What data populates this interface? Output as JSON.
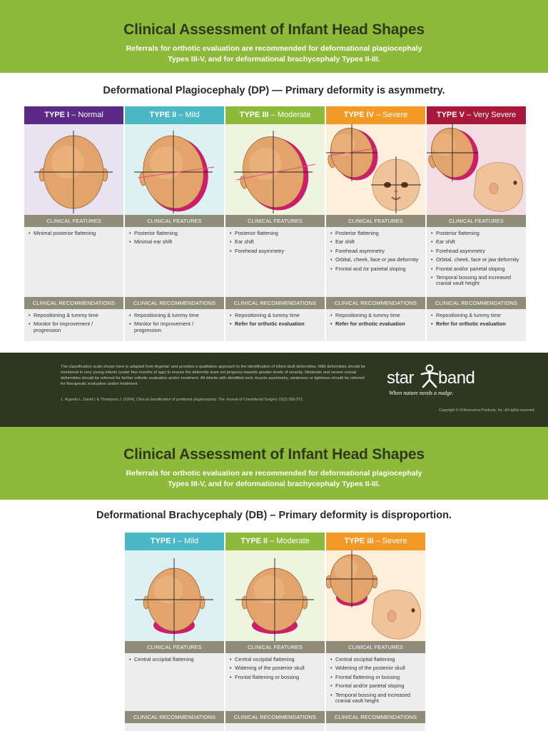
{
  "poster1": {
    "title": "Clinical Assessment of Infant Head Shapes",
    "subtitle_line1": "Referrals for orthotic evaluation are recommended for deformational plagiocephaly",
    "subtitle_line2": "Types III-V, and for deformational brachycephaly Types II-III.",
    "section_title": "Deformational Plagiocephaly (DP) — Primary deformity is asymmetry.",
    "cards": [
      {
        "type": "TYPE I",
        "sep": " – ",
        "level": "Normal",
        "color": "#5b2a86",
        "bg": "#e8e3f0",
        "features_label": "CLINICAL FEATURES",
        "features": [
          "Minimal posterior flattening"
        ],
        "rec_label": "CLINICAL RECOMMENDATIONS",
        "recs": [
          "Repositioning & tummy time",
          "Monitor for improvement / progression"
        ]
      },
      {
        "type": "TYPE II",
        "sep": " – ",
        "level": "Mild",
        "color": "#4bb8c5",
        "bg": "#ddf0f2",
        "features_label": "CLINICAL FEATURES",
        "features": [
          "Posterior flattening",
          "Minimal ear shift"
        ],
        "rec_label": "CLINICAL RECOMMENDATIONS",
        "recs": [
          "Repositioning & tummy time",
          "Monitor for improvement / progression"
        ]
      },
      {
        "type": "TYPE III",
        "sep": " – ",
        "level": "Moderate",
        "color": "#8dba3a",
        "bg": "#eef4de",
        "features_label": "CLINICAL FEATURES",
        "features": [
          "Posterior flattening",
          "Ear shift",
          "Forehead asymmetry"
        ],
        "rec_label": "CLINICAL RECOMMENDATIONS",
        "recs": [
          "Repositioning & tummy time",
          "Refer for orthotic evaluation"
        ]
      },
      {
        "type": "TYPE IV",
        "sep": " – ",
        "level": "Severe",
        "color": "#f39a26",
        "bg": "#fdefd9",
        "features_label": "CLINICAL FEATURES",
        "features": [
          "Posterior flattening",
          "Ear shift",
          "Forehead asymmetry",
          "Orbital, cheek, face or jaw deformity",
          "Frontal and /or parietal sloping"
        ],
        "rec_label": "CLINICAL RECOMMENDATIONS",
        "recs": [
          "Repositioning & tummy time",
          "Refer for orthotic evaluation"
        ]
      },
      {
        "type": "TYPE V",
        "sep": " – ",
        "level": "Very Severe",
        "color": "#a8183a",
        "bg": "#f4dde2",
        "features_label": "CLINICAL FEATURES",
        "features": [
          "Posterior flattening",
          "Ear shift",
          "Forehead asymmetry",
          "Orbital, cheek, face or jaw deformity",
          "Frontal and/or parietal sloping",
          "Temporal bossing and increased cranial vault height"
        ],
        "rec_label": "CLINICAL RECOMMENDATIONS",
        "recs": [
          "Repositioning & tummy time",
          "Refer for orthotic evaluation"
        ]
      }
    ]
  },
  "footer": {
    "paragraph": "The classification scale shown here is adapted from Argenta¹ and provides a qualitative approach to the identification of infant skull deformities. Mild deformities should be monitored in very young infants (under four months of age) to ensure the deformity does not progress towards greater levels of severity. Moderate and severe cranial deformities should be referred for further orthotic evaluation and/or treatment. All infants with identified neck muscle asymmetry, weakness or tightness should be referred for therapeutic evaluation and/or treatment.",
    "reference": "1.  Argenta L, David L & Thompson J. (2004). Clinical classification of positional plagiocephaly. The Journal of Craniofacial Surgery 15(3) 368-372.",
    "copyright": "Copyright ©  Orthomerica Products, Inc. All rights reserved.",
    "logo_left": "star",
    "logo_right": "band",
    "tagline": "When nature needs a nudge."
  },
  "poster2": {
    "title": "Clinical Assessment of Infant Head Shapes",
    "subtitle_line1": "Referrals for orthotic evaluation are recommended for deformational plagiocephaly",
    "subtitle_line2": "Types III-V, and for deformational brachycephaly Types II-III.",
    "section_title": "Deformational Brachycephaly (DB) – Primary deformity is disproportion.",
    "cards": [
      {
        "type": "TYPE I",
        "sep": " – ",
        "level": "Mild",
        "color": "#4bb8c5",
        "bg": "#ddf0f2",
        "features_label": "CLINICAL FEATURES",
        "features": [
          "Central occipital flattening"
        ],
        "rec_label": "CLINICAL RECOMMENDATIONS"
      },
      {
        "type": "TYPE II",
        "sep": " – ",
        "level": "Moderate",
        "color": "#8dba3a",
        "bg": "#eef4de",
        "features_label": "CLINICAL FEATURES",
        "features": [
          "Central occipital flattening",
          "Widening of the posterior skull",
          "Frontal flattening or bossing"
        ],
        "rec_label": "CLINICAL RECOMMENDATIONS"
      },
      {
        "type": "TYPE III",
        "sep": " – ",
        "level": "Severe",
        "color": "#f39a26",
        "bg": "#fdefd9",
        "features_label": "CLINICAL FEATURES",
        "features": [
          "Central occipital flattening",
          "Widening of the posterior skull",
          "Frontal flattening or bossing",
          "Frontal and/or parietal sloping",
          "Temporal bossing and increased cranial vault height"
        ],
        "rec_label": "CLINICAL RECOMMENDATIONS"
      }
    ]
  },
  "colors": {
    "banner": "#8dba3a",
    "footer_bg": "#2e3720",
    "bar": "#8f8c7a",
    "panel": "#eeeded",
    "skin": "#e2a46a",
    "flat": "#d11c6b"
  }
}
